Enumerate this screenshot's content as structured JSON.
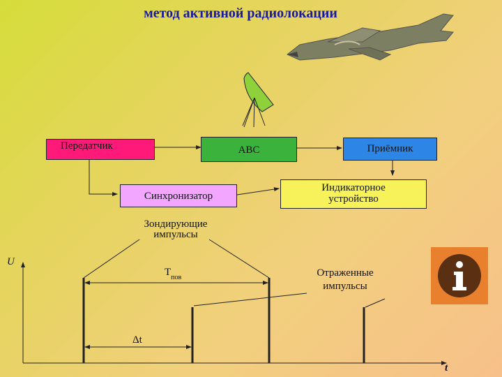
{
  "title": "метод активной радиолокации",
  "blocks": {
    "transmitter": "Передатчик",
    "abc": "АВС",
    "receiver": "Приёмник",
    "synchronizer": "Синхронизатор",
    "indicator": "Индикаторное устройство"
  },
  "labels": {
    "probe_pulses": "Зондирующие импульсы",
    "reflected_pulses": "Отраженные импульсы",
    "axis_u": "U",
    "axis_t": "t",
    "period_symbol": "Т",
    "period_sub": "пов",
    "delta_t": "Δt"
  },
  "colors": {
    "transmitter": "#ff1a7a",
    "abc": "#3bb23b",
    "receiver": "#2d86e6",
    "synchronizer": "#f3a6ff",
    "indicator": "#f7f25a",
    "dish": "#8fd13a",
    "info": "#e9802e"
  },
  "icons": [
    "aircraft-icon",
    "radar-dish-icon",
    "info-icon"
  ]
}
